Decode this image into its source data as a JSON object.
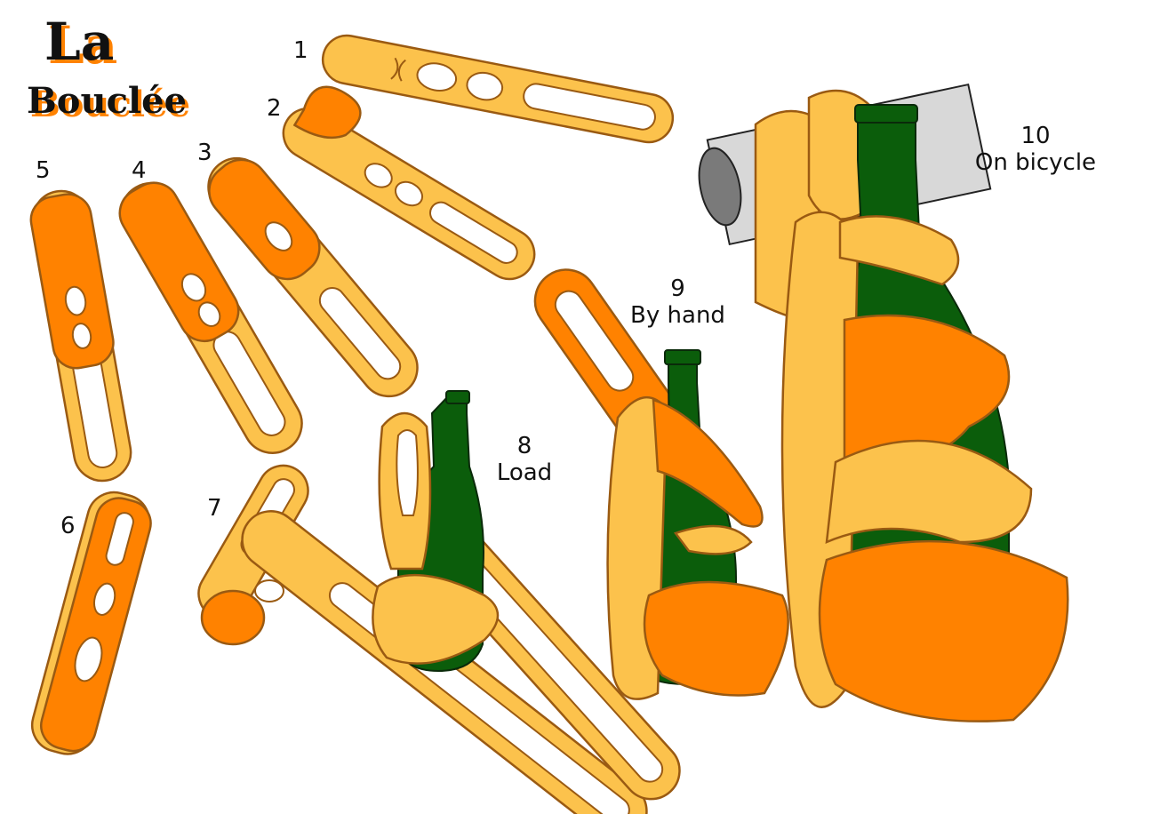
{
  "logo": {
    "text_line1": "La",
    "text_line2": "Bouclée"
  },
  "colors": {
    "light": "#fcc24c",
    "orange": "#ff8200",
    "edge": "#9a5a12",
    "bottle": "#0b5d0b",
    "pipe": "#d8d8d8"
  },
  "steps": [
    {
      "number": "1"
    },
    {
      "number": "2"
    },
    {
      "number": "3"
    },
    {
      "number": "4"
    },
    {
      "number": "5"
    },
    {
      "number": "6"
    },
    {
      "number": "7"
    },
    {
      "number": "8",
      "caption": "Load"
    },
    {
      "number": "9",
      "caption": "By hand"
    },
    {
      "number": "10",
      "caption": "On bicycle"
    }
  ]
}
